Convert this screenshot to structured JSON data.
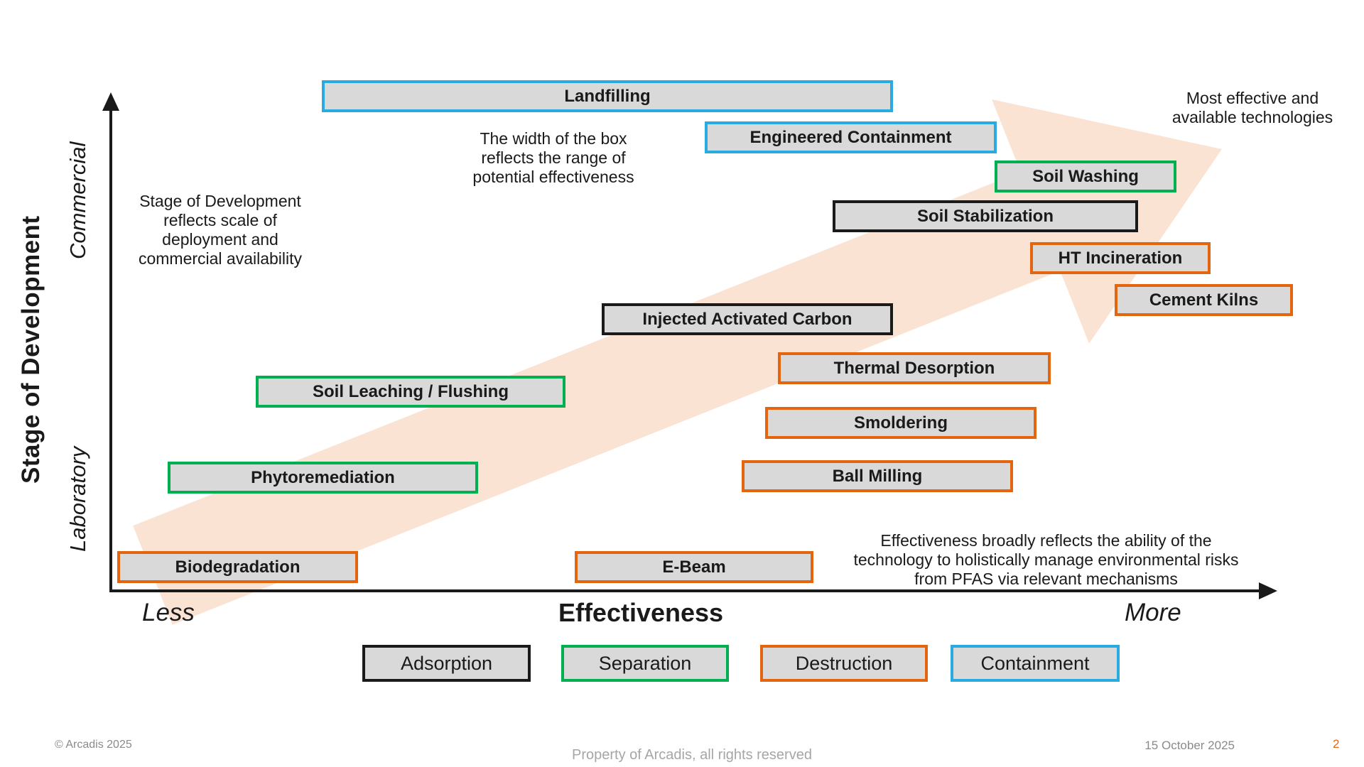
{
  "slide": {
    "axes": {
      "y_title": "Stage of Development",
      "y_top_label": "Commercial",
      "y_bottom_label": "Laboratory",
      "x_left_label": "Less",
      "x_title": "Effectiveness",
      "x_right_label": "More"
    },
    "annotations": {
      "box_width_note": "The width of the box\nreflects the range of\npotential effectiveness",
      "stage_note": "Stage of Development\nreflects scale of\ndeployment and\ncommercial availability",
      "most_effective_note": "Most effective and\navailable technologies",
      "effectiveness_note": "Effectiveness broadly reflects the ability of the\ntechnology to holistically manage environmental risks\nfrom PFAS via relevant mechanisms"
    },
    "colors": {
      "adsorption": "#1A1A1A",
      "separation": "#00B050",
      "destruction": "#E3660E",
      "containment": "#29ABE2",
      "box_fill": "#D9D9D9",
      "arrow_fill": "#FBE3D4",
      "page_number": "#E3660E"
    },
    "technologies": [
      {
        "label": "Landfilling",
        "category": "containment"
      },
      {
        "label": "Engineered Containment",
        "category": "containment"
      },
      {
        "label": "Soil Washing",
        "category": "separation"
      },
      {
        "label": "Soil Stabilization",
        "category": "adsorption"
      },
      {
        "label": "HT Incineration",
        "category": "destruction"
      },
      {
        "label": "Cement Kilns",
        "category": "destruction"
      },
      {
        "label": "Injected Activated Carbon",
        "category": "adsorption"
      },
      {
        "label": "Thermal Desorption",
        "category": "destruction"
      },
      {
        "label": "Soil Leaching / Flushing",
        "category": "separation"
      },
      {
        "label": "Smoldering",
        "category": "destruction"
      },
      {
        "label": "Phytoremediation",
        "category": "separation"
      },
      {
        "label": "Ball Milling",
        "category": "destruction"
      },
      {
        "label": "Biodegradation",
        "category": "destruction"
      },
      {
        "label": "E-Beam",
        "category": "destruction"
      }
    ],
    "legend": [
      {
        "label": "Adsorption",
        "category": "adsorption"
      },
      {
        "label": "Separation",
        "category": "separation"
      },
      {
        "label": "Destruction",
        "category": "destruction"
      },
      {
        "label": "Containment",
        "category": "containment"
      }
    ],
    "footer": {
      "copyright": "© Arcadis 2025",
      "property": "Property of Arcadis, all rights reserved",
      "date": "15 October 2025",
      "page": "2"
    }
  }
}
